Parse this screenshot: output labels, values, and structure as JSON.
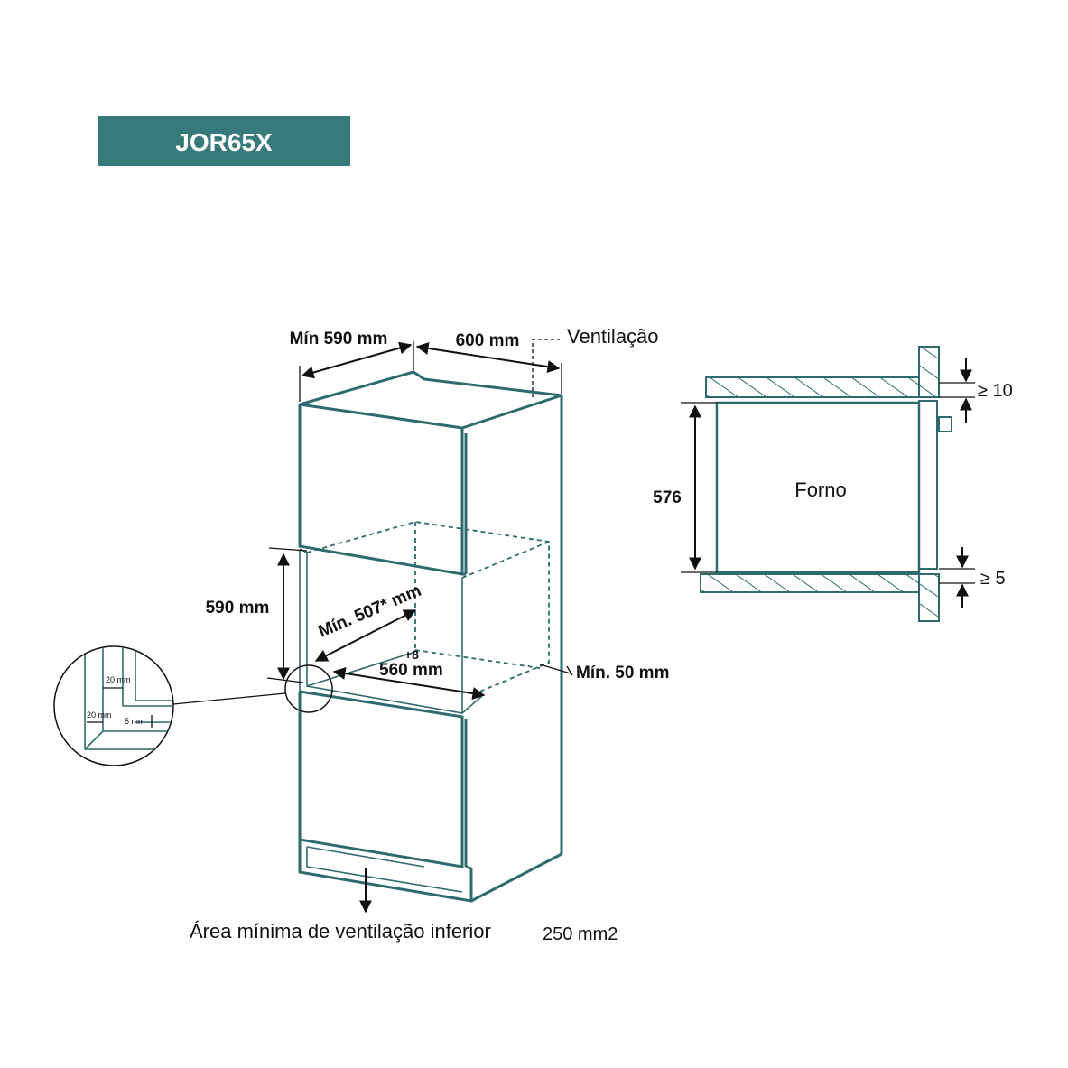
{
  "model": "JOR65X",
  "colors": {
    "accent": "#367a7c",
    "line": "#2e6b6e",
    "text": "#111111"
  },
  "cabinet": {
    "depth_min": "Mín 590 mm",
    "width": "600 mm",
    "ventilation": "Ventilação",
    "niche_height": "590 mm",
    "niche_depth_min": "Mín. 507* mm",
    "niche_width_tolerance": "+8",
    "niche_width": "560 mm",
    "side_gap_min": "Mín. 50 mm",
    "bottom_vent_label": "Área mínima de ventilação inferior",
    "bottom_vent_value": "250 mm2"
  },
  "detail": {
    "gap_top": "20 mm",
    "gap_side": "20 mm",
    "gap_bottom": "5 mm"
  },
  "side_view": {
    "top_gap": "≥ 10",
    "height": "576",
    "bottom_gap": "≥ 5",
    "oven": "Forno"
  }
}
